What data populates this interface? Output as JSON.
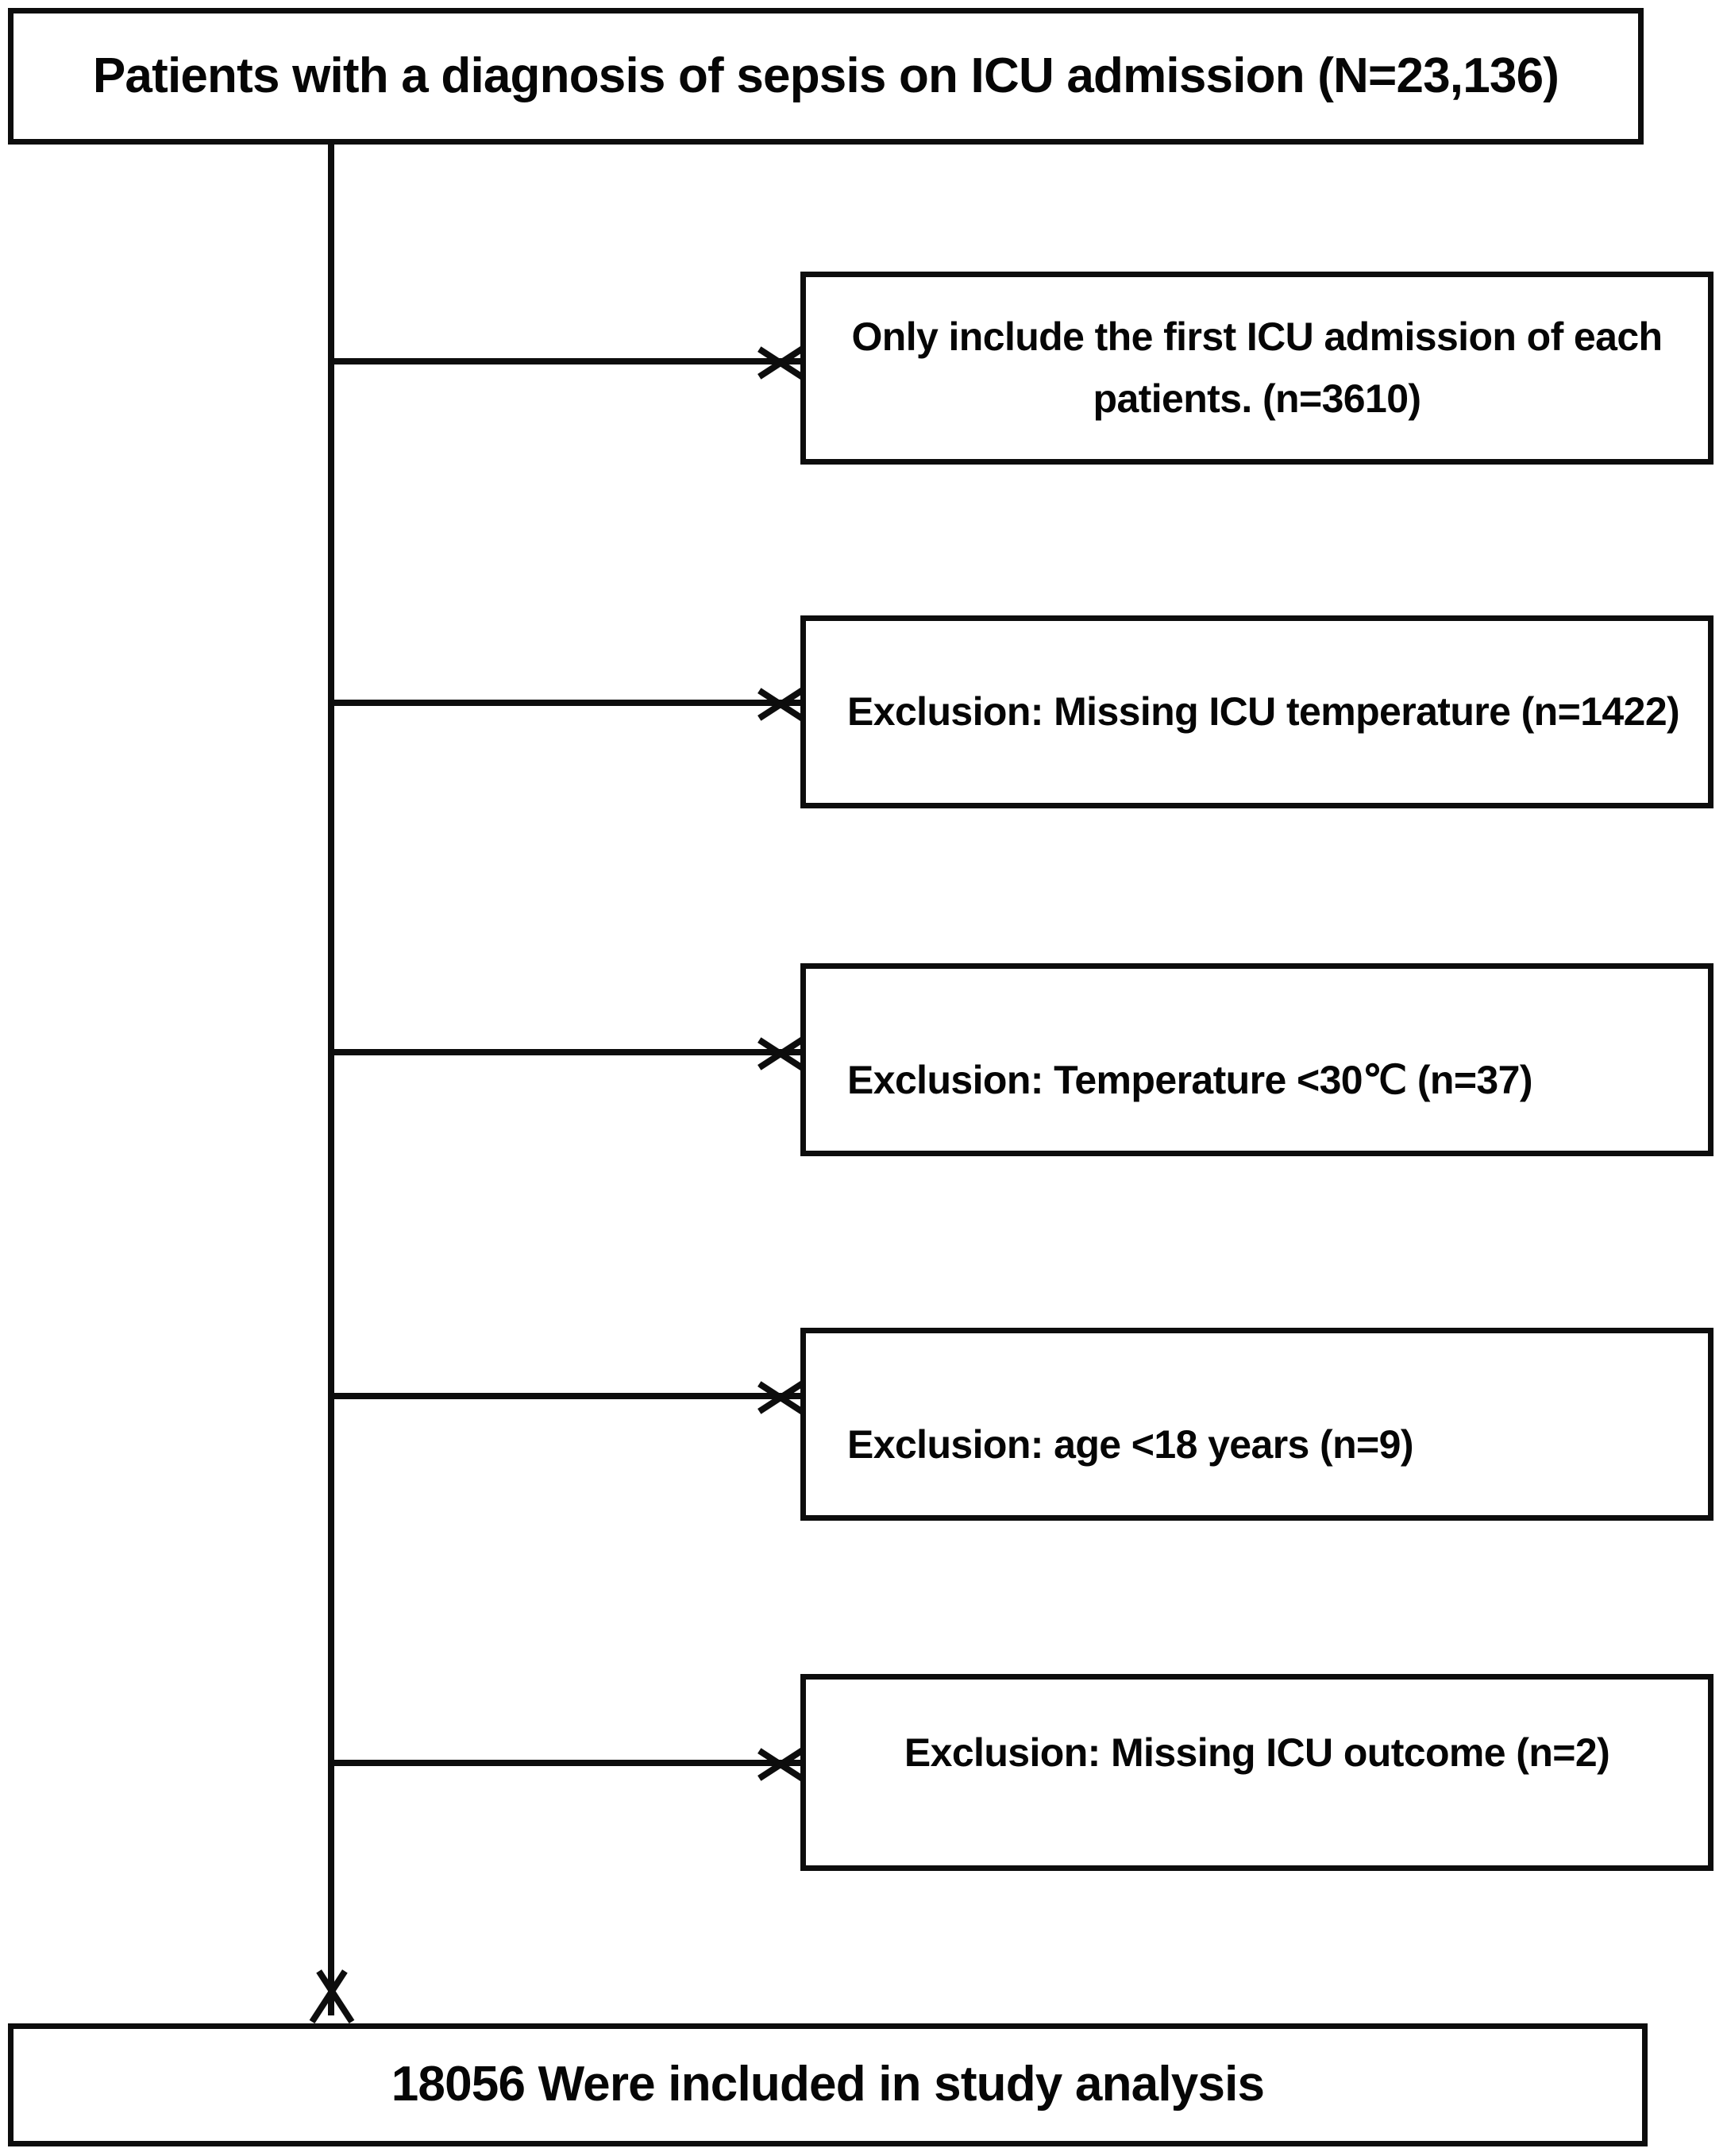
{
  "diagram": {
    "type": "study-flow-diagram",
    "title_box": {
      "label": "Patients with a diagnosis of sepsis on ICU admission (N=23,136)",
      "count": "23,136"
    },
    "exclusions": [
      {
        "id": "first-admission",
        "line1": "Only include the first ICU admission of each",
        "line2": "patients. (n=3610)",
        "count": "3610",
        "align": "center"
      },
      {
        "id": "missing-temperature",
        "line1": "Exclusion: Missing ICU temperature (n=1422)",
        "line2": "",
        "count": "1422",
        "align": "left"
      },
      {
        "id": "low-temperature",
        "line1": "Exclusion: Temperature <30℃  (n=37)",
        "line2": "",
        "count": "37",
        "align": "left"
      },
      {
        "id": "underage",
        "line1": "Exclusion: age <18 years (n=9)",
        "line2": "",
        "count": "9",
        "align": "left"
      },
      {
        "id": "missing-outcome",
        "line1": "Exclusion: Missing ICU outcome (n=2)",
        "line2": "",
        "count": "2",
        "align": "center"
      }
    ],
    "result_box": {
      "label": "18056 Were included in study analysis",
      "count": "18056"
    },
    "colors": {
      "stroke": "#0d0d0d",
      "fill": "#ffffff",
      "text": "#060606"
    }
  }
}
